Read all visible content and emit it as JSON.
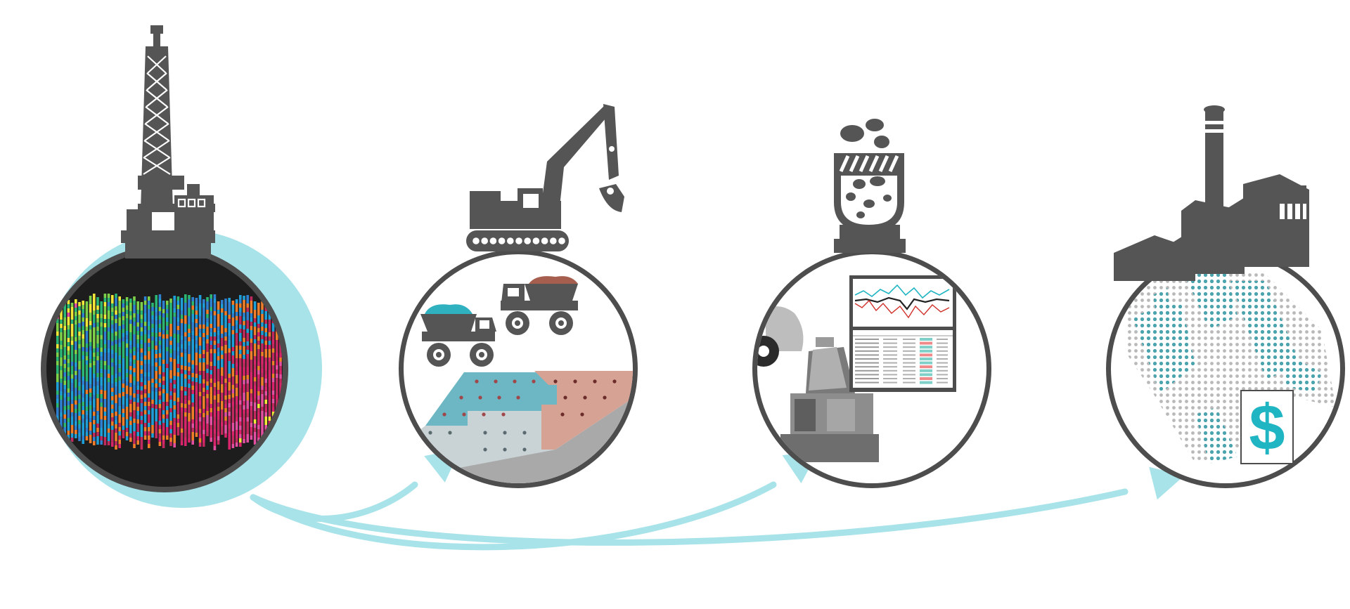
{
  "diagram": {
    "title": "",
    "stages": [
      {
        "id": "drilling",
        "icon": "drill-rig-icon",
        "content": "drillhole-assay-strips",
        "highlighted": true
      },
      {
        "id": "mining",
        "icon": "excavator-icon",
        "content": "haul-trucks-and-blast-pattern",
        "highlighted": false
      },
      {
        "id": "processing",
        "icon": "ore-hopper-icon",
        "content": "crusher-and-process-data",
        "highlighted": false
      },
      {
        "id": "plant",
        "icon": "factory-icon",
        "content": "block-model-and-value",
        "highlighted": false
      }
    ],
    "value_badge_symbol": "$",
    "flows": [
      {
        "from": "drilling",
        "to": "mining"
      },
      {
        "from": "drilling",
        "to": "processing"
      },
      {
        "from": "drilling",
        "to": "plant"
      }
    ]
  },
  "colors": {
    "icon_gray": "#555555",
    "ring_gray": "#4d4d4d",
    "accent_teal": "#1fb5c2",
    "highlight_halo": "#a8e3ea",
    "arrow": "#a8e3ea",
    "ore_teal": "#6cb7c3",
    "ore_red": "#d6a294",
    "waste_gray": "#c9d3d6"
  }
}
